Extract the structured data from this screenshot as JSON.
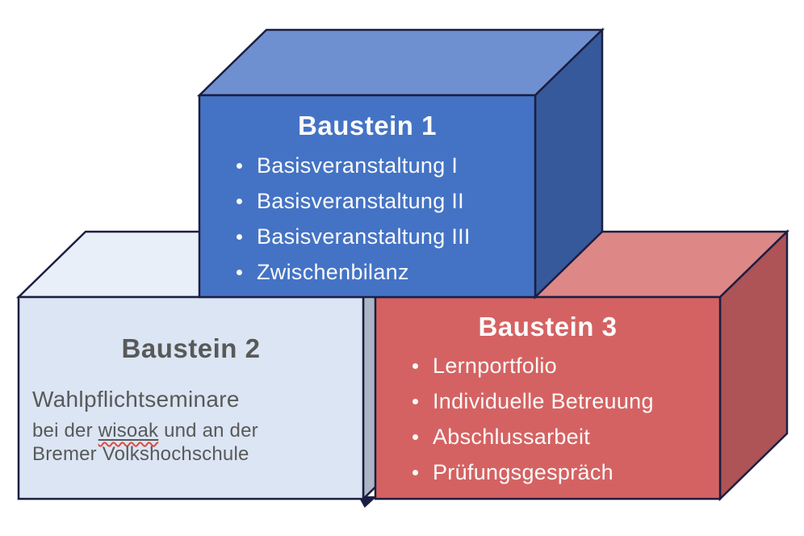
{
  "diagram": {
    "box1": {
      "title": "Baustein 1",
      "items": [
        "Basisveranstaltung I",
        "Basisveranstaltung II",
        "Basisveranstaltung III",
        "Zwischenbilanz"
      ],
      "colors": {
        "front": "#4473C5",
        "top": "#6F90D0",
        "side": "#36599B",
        "text": "#FBFBFB"
      }
    },
    "box2": {
      "title": "Baustein 2",
      "line1": "Wahlpflichtseminare",
      "line2_prefix": "bei der ",
      "line2_underlined": "wisoak",
      "line2_suffix": " und an der",
      "line3": "Bremer Volkshochschule",
      "colors": {
        "front": "#DBE5F3",
        "top": "#E9EFF9",
        "side": "#ABB5C6",
        "text": "#595959",
        "squiggle": "#E04A3F"
      }
    },
    "box3": {
      "title": "Baustein 3",
      "items": [
        "Lernportfolio",
        "Individuelle Betreuung",
        "Abschlussarbeit",
        "Prüfungsgespräch"
      ],
      "colors": {
        "front": "#D56262",
        "top": "#DE8787",
        "side": "#AE5356",
        "text": "#FBFBFB"
      }
    },
    "outline_color": "#1B1E42",
    "background_color": "#FFFFFF"
  }
}
